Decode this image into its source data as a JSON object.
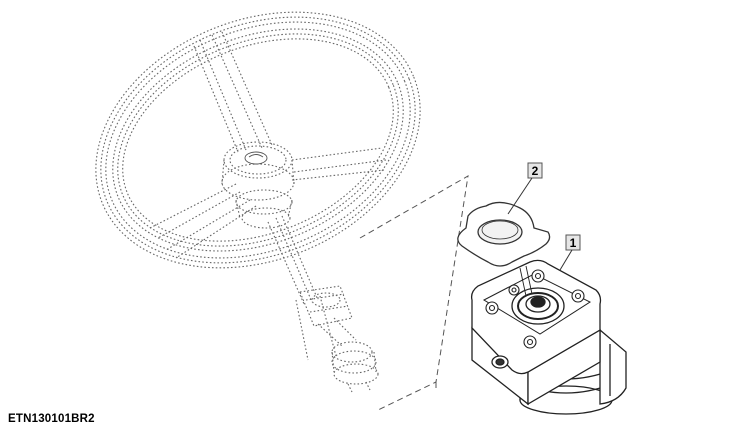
{
  "figure": {
    "code": "ETN130101BR2"
  },
  "callouts": [
    {
      "label": "1",
      "part": "steering-valve"
    },
    {
      "label": "2",
      "part": "spacer-plate"
    }
  ],
  "colors": {
    "line": "#333333",
    "hidden_line": "#666666",
    "callout_fill": "#e6e6e6"
  }
}
